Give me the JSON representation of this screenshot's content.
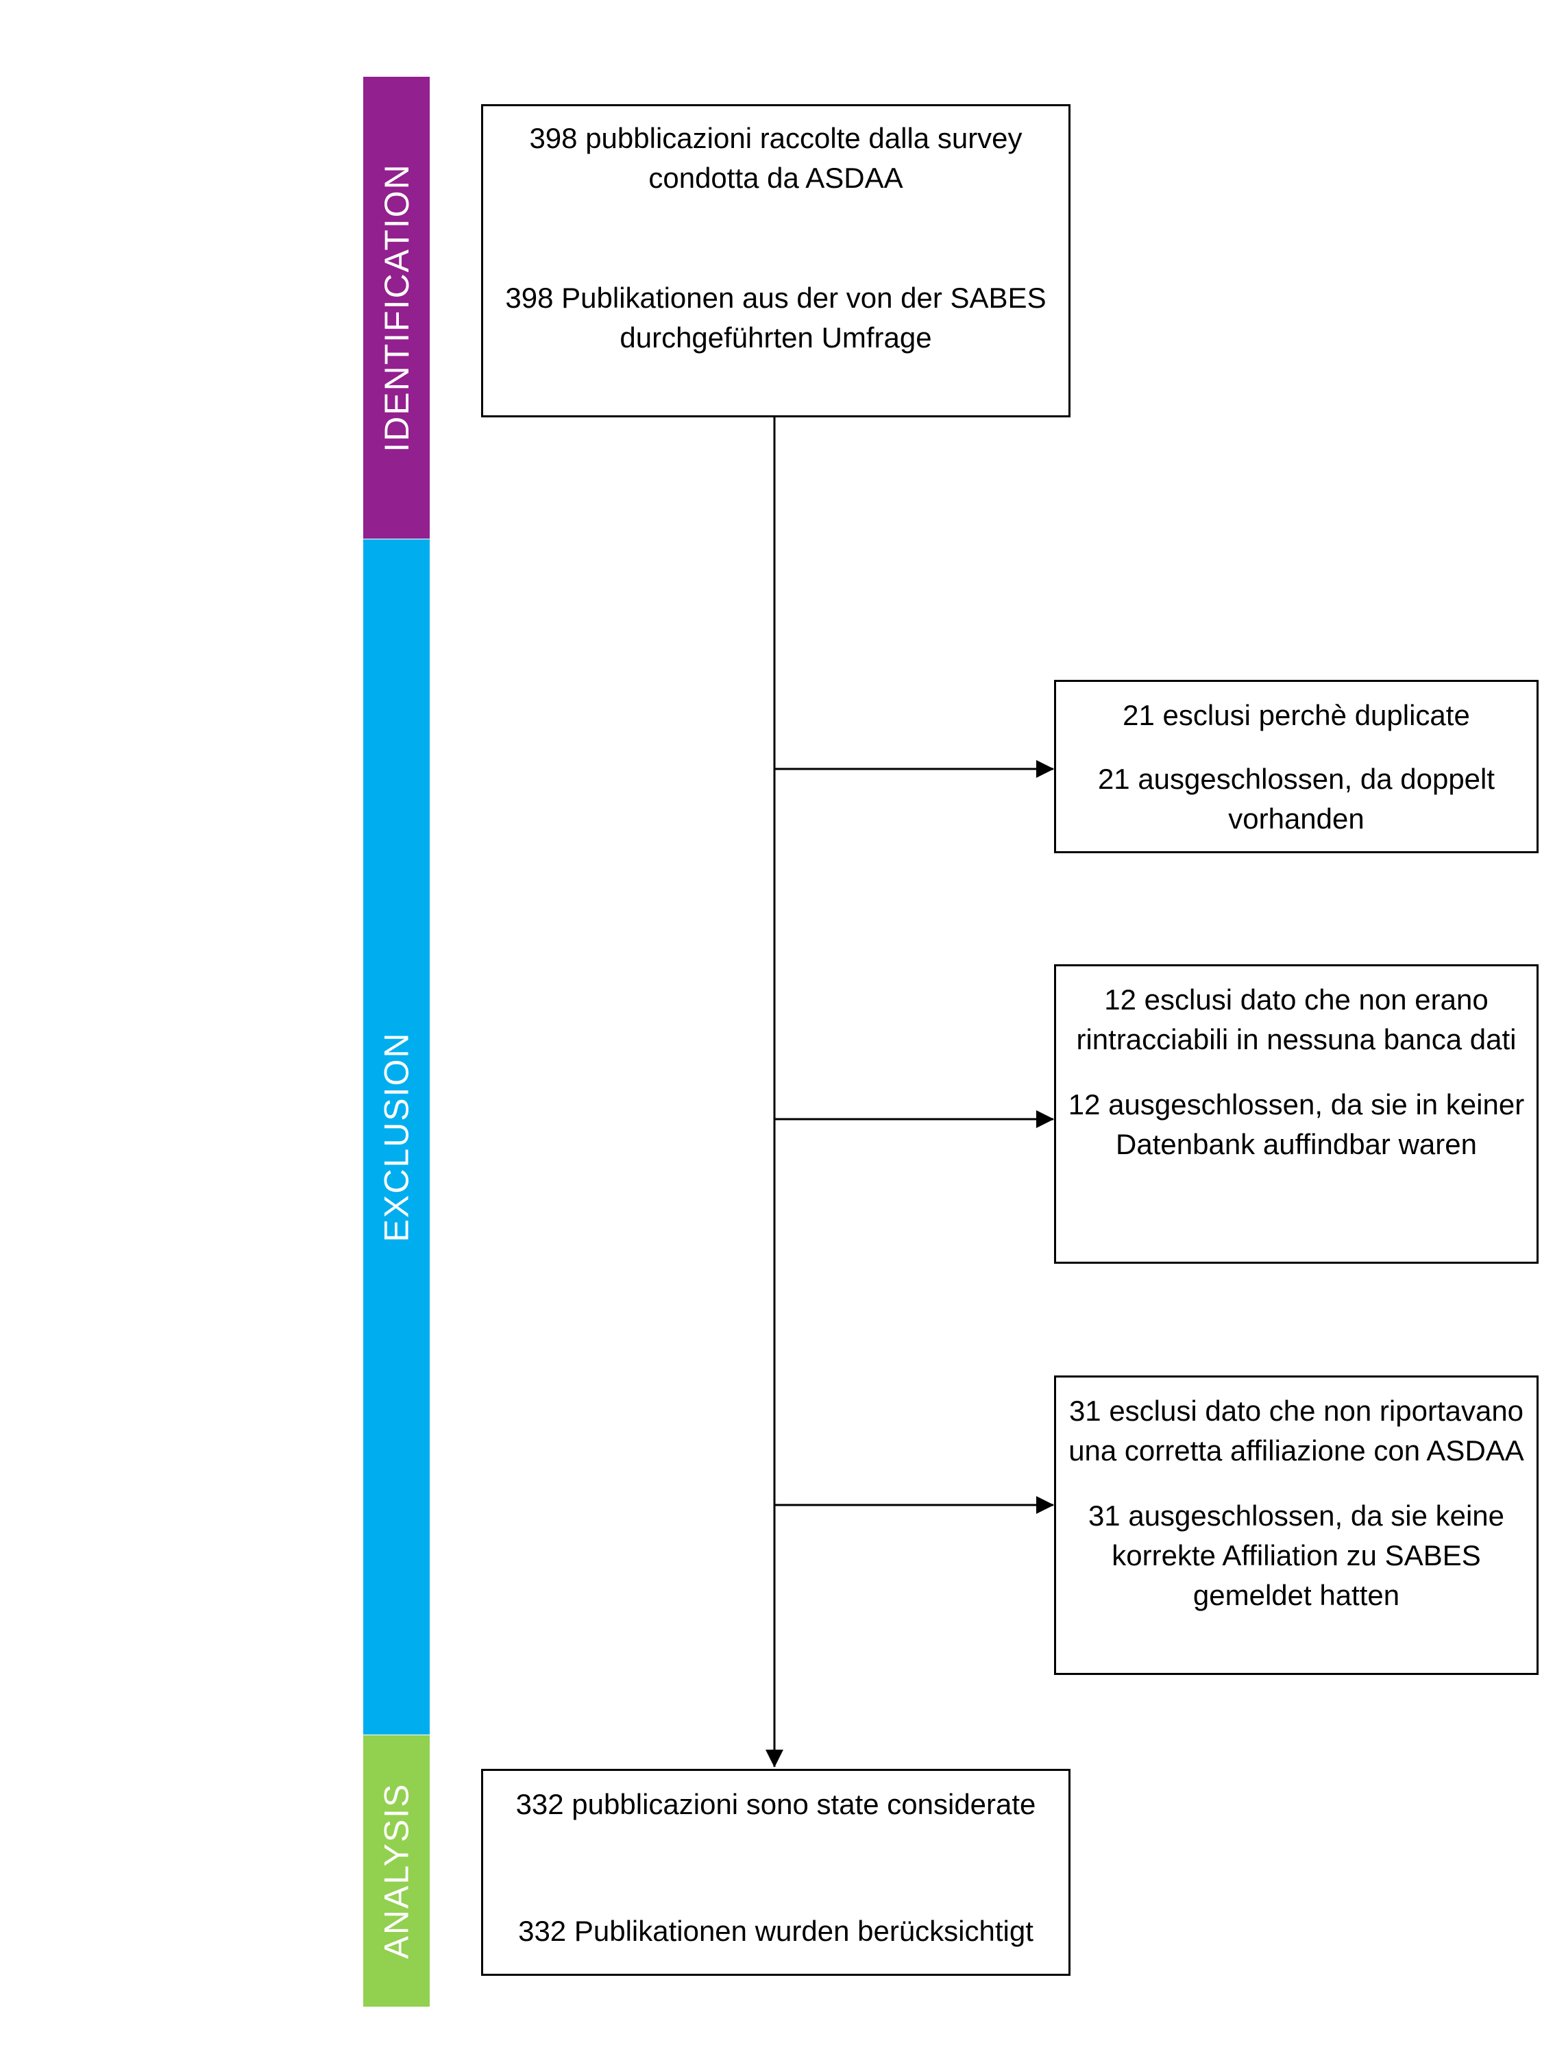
{
  "stages": {
    "identification": {
      "label": "IDENTIFICATION",
      "color": "#93208f"
    },
    "exclusion": {
      "label": "EXCLUSION",
      "color": "#00aeef"
    },
    "analysis": {
      "label": "ANALYSIS",
      "color": "#92d050"
    }
  },
  "boxes": {
    "identification": {
      "it": "398 pubblicazioni raccolte dalla survey condotta da ASDAA",
      "de": "398 Publikationen aus der von der SABES durchgeführten Umfrage"
    },
    "exclusion_1": {
      "it": "21 esclusi perchè duplicate",
      "de": "21 ausgeschlossen, da doppelt vorhanden"
    },
    "exclusion_2": {
      "it": "12 esclusi dato che non erano rintracciabili in nessuna banca dati",
      "de": "12 ausgeschlossen, da sie in keiner Datenbank auffindbar waren"
    },
    "exclusion_3": {
      "it": "31 esclusi dato che non riportavano una corretta affiliazione con ASDAA",
      "de": "31 ausgeschlossen, da sie keine korrekte Affiliation zu SABES gemeldet hatten"
    },
    "analysis": {
      "it": "332 pubblicazioni sono state considerate",
      "de": "332 Publikationen wurden berücksichtigt"
    }
  }
}
